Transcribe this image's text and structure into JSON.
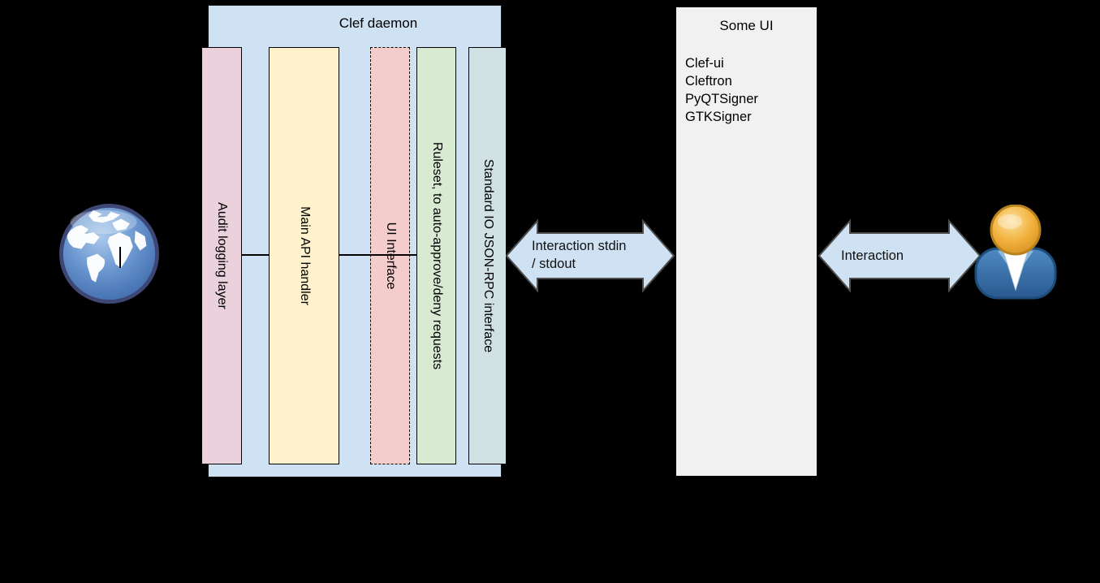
{
  "canvas": {
    "background": "#000000"
  },
  "clef_daemon": {
    "title": "Clef daemon",
    "fill": "#cfe2f3",
    "bars": [
      {
        "label": "Audit logging layer",
        "fill": "#ead1dc",
        "border_style": "solid"
      },
      {
        "label": "Main API handler",
        "fill": "#fff2cc",
        "border_style": "solid"
      },
      {
        "label": "UI Interface",
        "fill": "#f4cccc",
        "border_style": "dashed"
      },
      {
        "label": "Ruleset, to auto-approve/deny requests",
        "fill": "#d9ead3",
        "border_style": "solid"
      },
      {
        "label": "Standard IO JSON-RPC interface",
        "fill": "#d0e0e3",
        "border_style": "solid"
      }
    ]
  },
  "arrows": {
    "stdio": {
      "line1": "Interaction stdin",
      "line2": "/ stdout",
      "fill": "#cfe2f3",
      "direction": "double-headed"
    },
    "user": {
      "line1": "Interaction",
      "fill": "#cfe2f3",
      "direction": "double-headed"
    }
  },
  "some_ui": {
    "title": "Some UI",
    "fill": "#f1f1f1",
    "items": [
      "Clef-ui",
      "Cleftron",
      "PyQTSigner",
      "GTKSigner"
    ]
  },
  "icons": {
    "globe": "internet-globe-icon",
    "user": "user-person-icon"
  }
}
